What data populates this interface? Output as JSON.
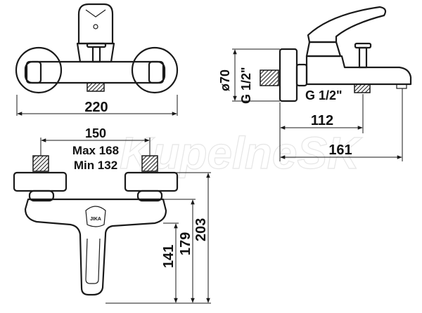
{
  "watermark": "KupelneSK",
  "brand_mark": "JIKA",
  "dimensions": {
    "width_front": "220",
    "outlet_diameter": "ø70",
    "thread_inlet": "G 1/2\"",
    "thread_outlet": "G 1/2\"",
    "depth_outlet": "112",
    "depth_total": "161",
    "inlet_spacing": "150",
    "inlet_spacing_max": "Max 168",
    "inlet_spacing_min": "Min 132",
    "height_spout": "141",
    "height_body": "179",
    "height_total": "203"
  },
  "colors": {
    "ink": "#1a1a1a",
    "background": "#ffffff",
    "watermark": "#e6e6e6"
  }
}
